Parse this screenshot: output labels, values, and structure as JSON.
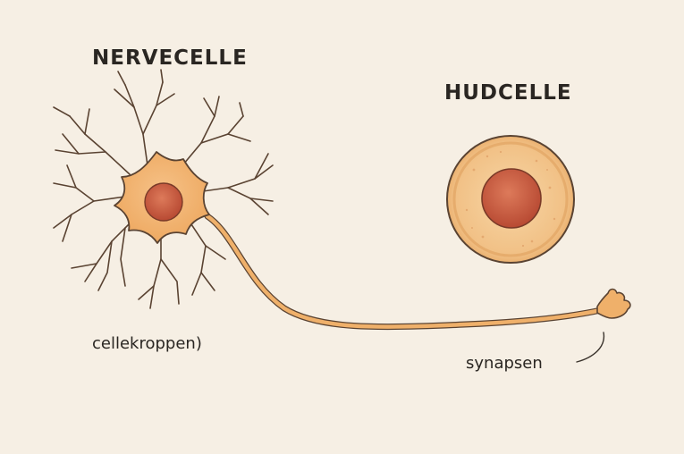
{
  "diagram": {
    "nerve_cell": {
      "title": "NERVECELLE",
      "cell_body_label": "cellekroppen)",
      "synapse_label": "synapsen"
    },
    "skin_cell": {
      "title": "HUDCELLE"
    },
    "colors": {
      "background": "#f6efe4",
      "cytoplasm": "#f0b56e",
      "nucleus": "#c9583c",
      "outline": "#5a4332",
      "skin_cytoplasm": "#f2c389",
      "skin_border": "#d98a45"
    }
  }
}
